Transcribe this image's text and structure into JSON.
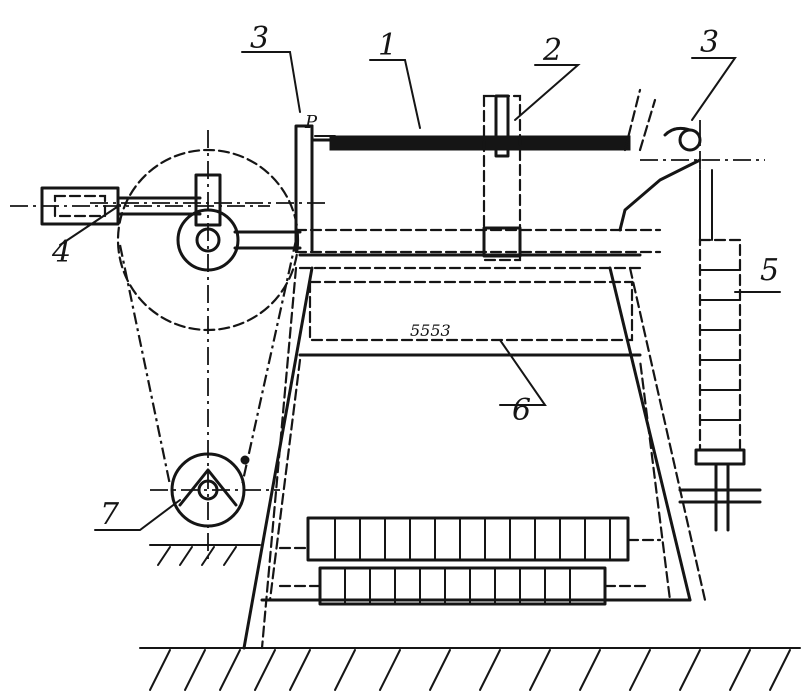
{
  "diagram": {
    "labels": {
      "l1": "1",
      "l2": "2",
      "l3_left": "3",
      "l3_right": "3",
      "l4": "4",
      "l5": "5",
      "l6": "6",
      "l7": "7"
    },
    "small_marks": {
      "p_mark": "P",
      "ruler_mark": "5553"
    }
  }
}
